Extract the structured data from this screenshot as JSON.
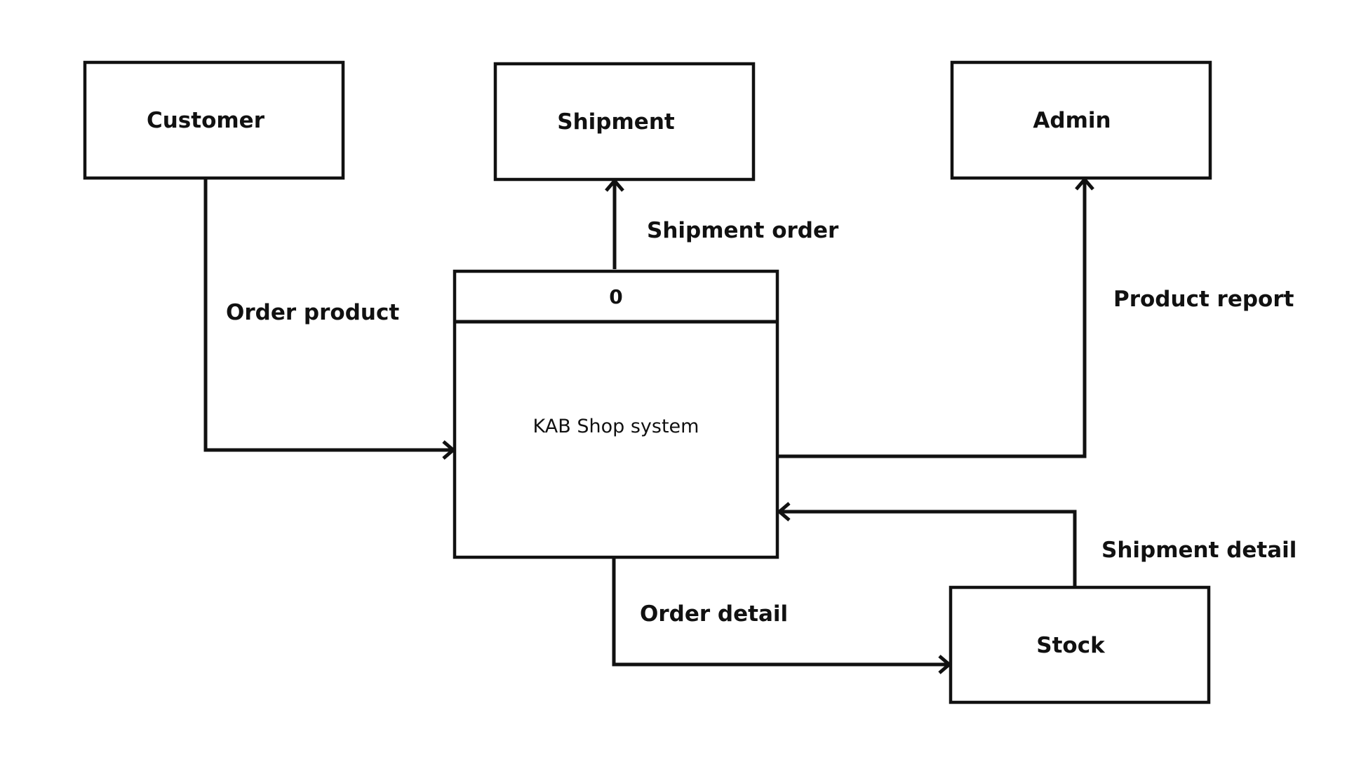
{
  "entities": {
    "customer": "Customer",
    "shipment": "Shipment",
    "admin": "Admin",
    "stock": "Stock"
  },
  "process": {
    "id": "0",
    "name": "KAB Shop system"
  },
  "flows": {
    "order_product": "Order product",
    "shipment_order": "Shipment order",
    "product_report": "Product report",
    "shipment_detail": "Shipment detail",
    "order_detail": "Order detail"
  },
  "colors": {
    "stroke": "#111111",
    "background": "#ffffff"
  }
}
